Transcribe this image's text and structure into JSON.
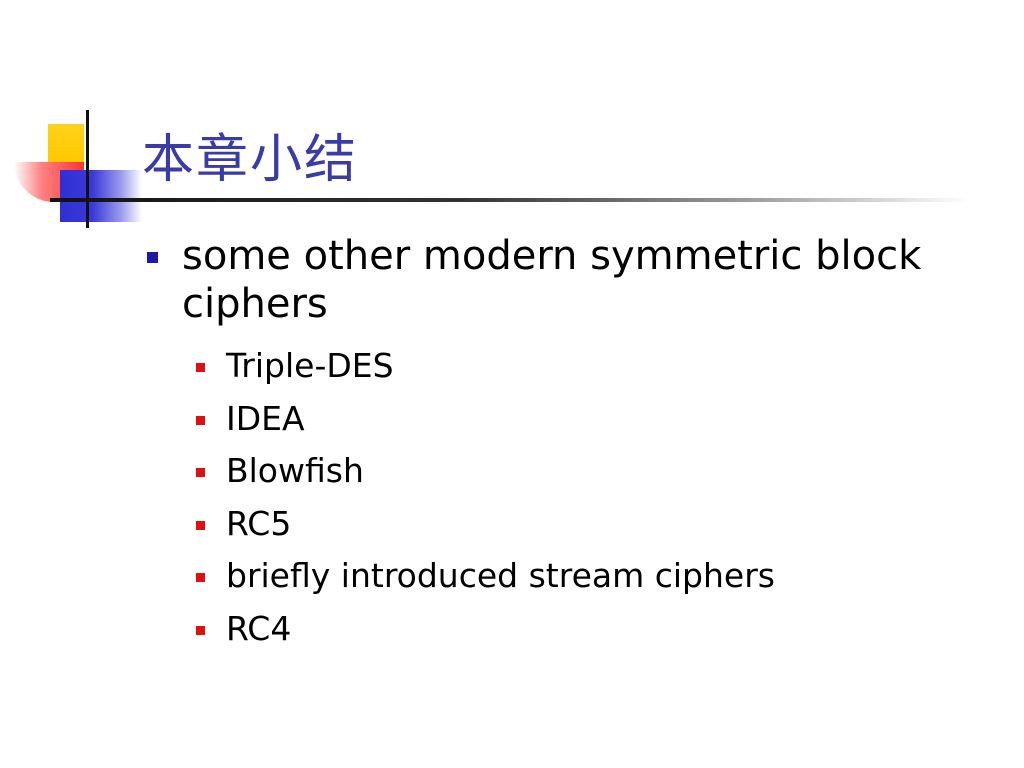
{
  "slide": {
    "title": "本章小结",
    "bullets": [
      {
        "text": "some other modern symmetric block ciphers",
        "subitems": [
          "Triple-DES",
          "IDEA",
          "Blowfish",
          "RC5",
          "briefly introduced stream ciphers",
          "RC4"
        ]
      }
    ]
  },
  "colors": {
    "title": "#3a3aa8",
    "bullet_level1": "#1a1aa6",
    "bullet_level2": "#e01010",
    "decor_yellow": "#ffc800",
    "decor_red": "#ff3333",
    "decor_blue": "#2f2fd6"
  }
}
